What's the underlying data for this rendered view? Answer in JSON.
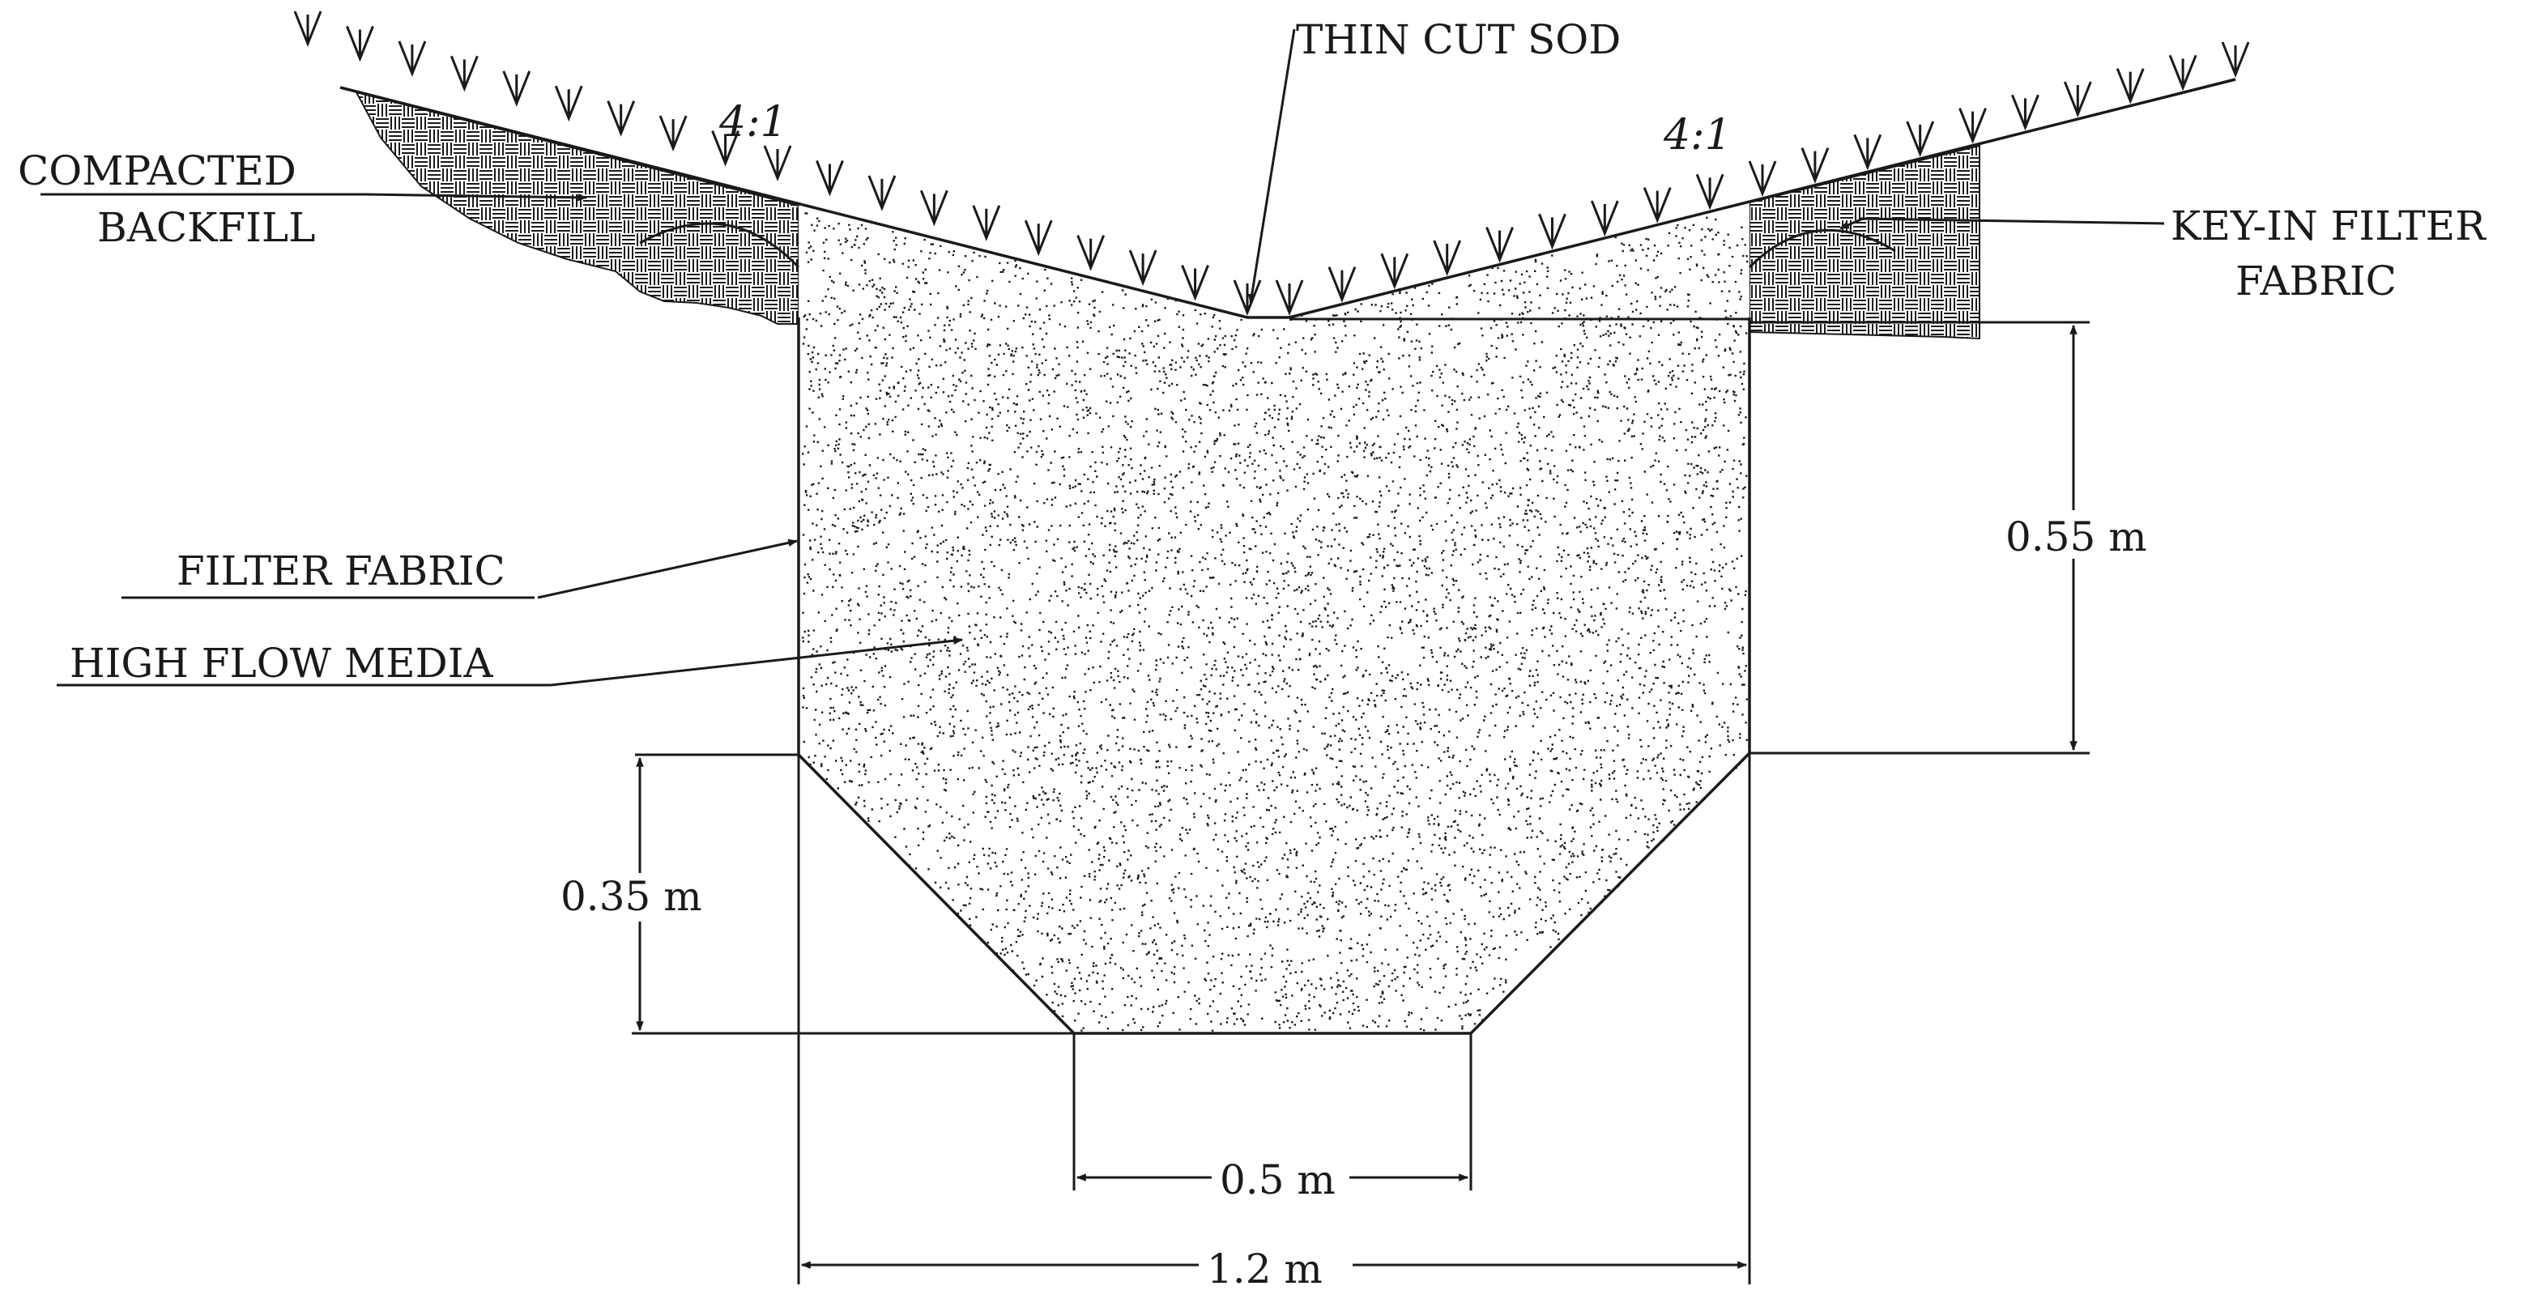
{
  "labels": {
    "thin_cut_sod": "THIN CUT SOD",
    "compacted_line1": "COMPACTED",
    "compacted_line2": "BACKFILL",
    "key_in_line1": "KEY-IN FILTER",
    "key_in_line2": "FABRIC",
    "filter_fabric": "FILTER FABRIC",
    "high_flow_media": "HIGH FLOW MEDIA"
  },
  "slopes": {
    "left": "4:1",
    "right": "4:1"
  },
  "dimensions": {
    "upper_depth": "0.55 m",
    "lower_depth": "0.35 m",
    "bottom_width": "0.5 m",
    "top_width": "1.2 m"
  },
  "colors": {
    "ink": "#1a1a1a",
    "background": "#ffffff"
  }
}
